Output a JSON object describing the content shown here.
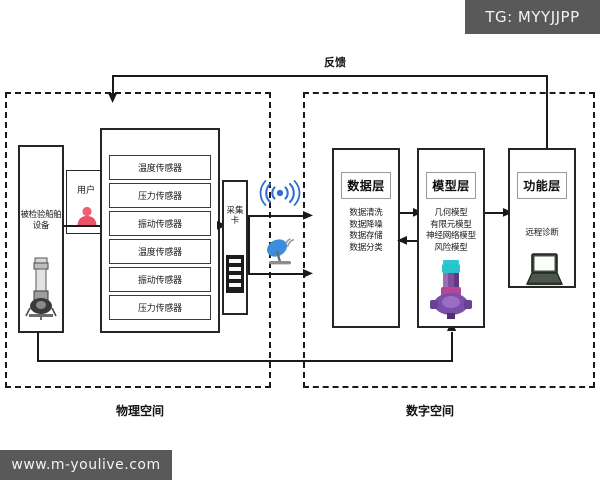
{
  "overlays": {
    "tag_chip": "TG: MYYJJPP",
    "site_chip": "www.m-youlive.com"
  },
  "diagram": {
    "type": "digital-twin-architecture",
    "feedback_label": "反馈",
    "spaces": [
      {
        "id": "physical",
        "label": "物理空间"
      },
      {
        "id": "digital",
        "label": "数字空间"
      }
    ],
    "physical_space": {
      "equipment": {
        "title": "被检验船舶设备",
        "icon": "pump-grayscale-icon"
      },
      "user": {
        "title": "用户",
        "icon": "user-person-icon"
      },
      "sensors": [
        {
          "label": "温度传感器"
        },
        {
          "label": "压力传感器"
        },
        {
          "label": "振动传感器"
        },
        {
          "label": "温度传感器"
        },
        {
          "label": "振动传感器"
        },
        {
          "label": "压力传感器"
        }
      ],
      "acquisition_card": {
        "title": "采集卡",
        "icon": "daq-card-icon"
      }
    },
    "communication": [
      {
        "icon": "wifi-signal-icon",
        "color": "#2f6fd0"
      },
      {
        "icon": "satellite-dish-icon",
        "color": "#3c8ddb"
      }
    ],
    "digital_space": {
      "layers": [
        {
          "title": "数据层",
          "items": [
            "数据清洗",
            "数据降噪",
            "数据存储",
            "数据分类"
          ],
          "icon": null
        },
        {
          "title": "模型层",
          "items": [
            "几何模型",
            "有限元模型",
            "神经网络模型",
            "风险模型"
          ],
          "icon": "pump-3d-color-icon"
        },
        {
          "title": "功能层",
          "items": [
            "远程诊断"
          ],
          "icon": "laptop-icon"
        }
      ]
    },
    "colors": {
      "stroke": "#262626",
      "dashed_frame": "#1a1a1a",
      "chip_bg": "#595959",
      "chip_text": "#f2f2f2",
      "user_icon": "#e8536a",
      "comm_blue": "#2f6fd0",
      "background": "#ffffff"
    }
  }
}
